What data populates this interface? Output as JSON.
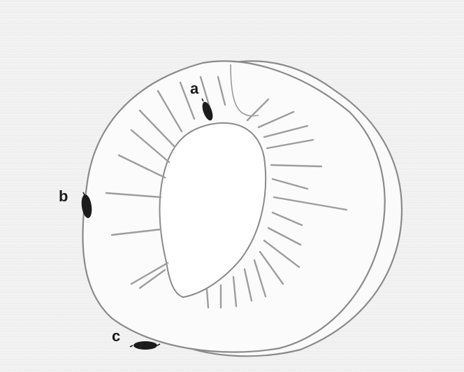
{
  "labels": {
    "a": "a",
    "b": "b",
    "c": "c"
  },
  "colors": {
    "paper": "#f3f3f3",
    "pencil_outline": "#8a8a8a",
    "pencil_rays": "#9a9a9a",
    "flesh": "#fbfbfb",
    "marker": "#1c1c1c"
  }
}
